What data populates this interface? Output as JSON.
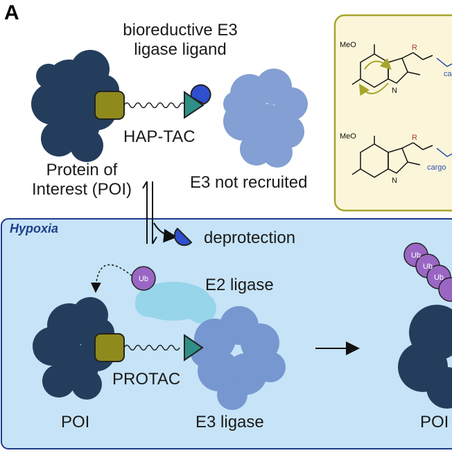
{
  "panel_label": "A",
  "top": {
    "ligand_label": "bioreductive E3\nligase ligand",
    "haptac_label": "HAP-TAC",
    "poi_label": "Protein of\nInterest (POI)",
    "e3_status": "E3 not recruited"
  },
  "hypoxia": {
    "tag": "Hypoxia",
    "deprotection_label": "deprotection",
    "ub_label": "Ub",
    "e2_label": "E2 ligase",
    "protac_label": "PROTAC",
    "poi_label": "POI",
    "e3_label": "E3 ligase",
    "poi_right_label": "POI"
  },
  "chemistry": {
    "methoxy": "MeO",
    "r_group": "R",
    "cargo": "cargo",
    "nitrogen": "N"
  },
  "colors": {
    "poi": "#243d5c",
    "e3": "#6f8fcc",
    "e2": "#8fd3e8",
    "warhead": "#8f8a1c",
    "ligand_teal": "#2f8f86",
    "ligand_cap": "#2f4fcf",
    "ub": "#9a66c4",
    "hypoxia_bg": "#c6e3f7",
    "hypoxia_border": "#1e3a8a",
    "chem_box_bg": "#fbf6da",
    "chem_box_border": "#a7a52b"
  }
}
